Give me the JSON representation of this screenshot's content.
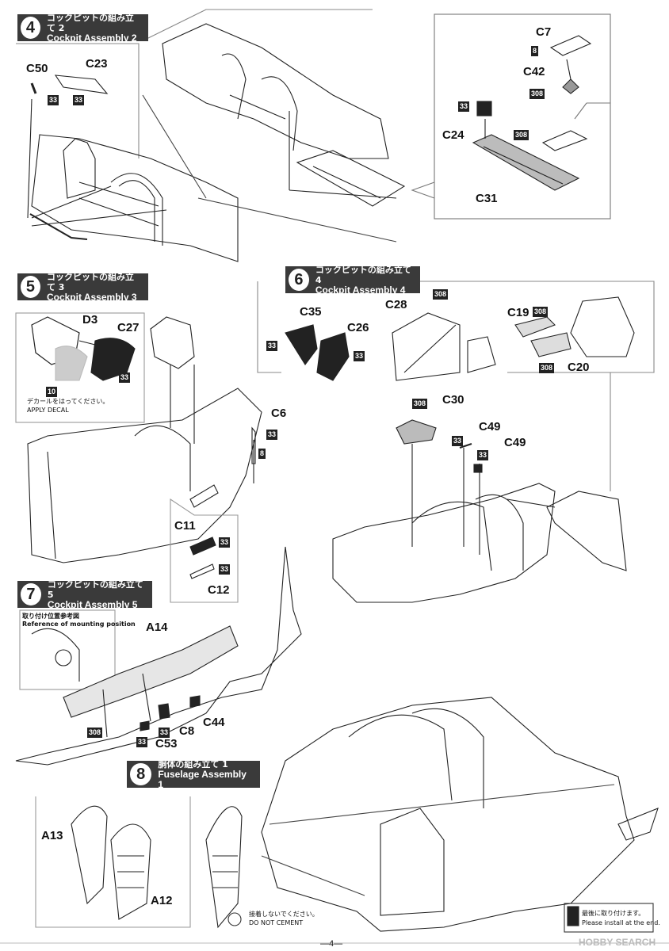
{
  "steps": [
    {
      "num": "4",
      "jp": "コックピットの組み立て 2",
      "en": "Cockpit Assembly 2"
    },
    {
      "num": "5",
      "jp": "コックピットの組み立て 3",
      "en": "Cockpit Assembly 3"
    },
    {
      "num": "6",
      "jp": "コックピットの組み立て 4",
      "en": "Cockpit Assembly 4"
    },
    {
      "num": "7",
      "jp": "コックピットの組み立て 5",
      "en": "Cockpit Assembly 5"
    },
    {
      "num": "8",
      "jp": "胴体の組み立て 1",
      "en": "Fuselage Assembly 1"
    }
  ],
  "parts": {
    "c50": "C50",
    "c23": "C23",
    "c7": "C7",
    "c42": "C42",
    "c24": "C24",
    "c31": "C31",
    "d3": "D3",
    "c27": "C27",
    "c6": "C6",
    "c11": "C11",
    "c12": "C12",
    "c35": "C35",
    "c26": "C26",
    "c28": "C28",
    "c19": "C19",
    "c20": "C20",
    "c30": "C30",
    "c49a": "C49",
    "c49b": "C49",
    "a14": "A14",
    "c44": "C44",
    "c8": "C8",
    "c53": "C53",
    "a13": "A13",
    "a12": "A12"
  },
  "badges": {
    "b33": "33",
    "b8": "8",
    "b308": "308",
    "b10": "10"
  },
  "notes": {
    "decal_jp": "デカールをはってください。",
    "decal_en": "APPLY DECAL",
    "ref_jp": "取り付け位置参考図",
    "ref_en": "Reference of mounting position",
    "nocement_jp": "接着しないでください。",
    "nocement_en": "DO NOT CEMENT",
    "end_jp": "最後に取り付けます。",
    "end_en": "Please install at the end.",
    "page_num": "—4—",
    "watermark": "HOBBY SEARCH"
  }
}
